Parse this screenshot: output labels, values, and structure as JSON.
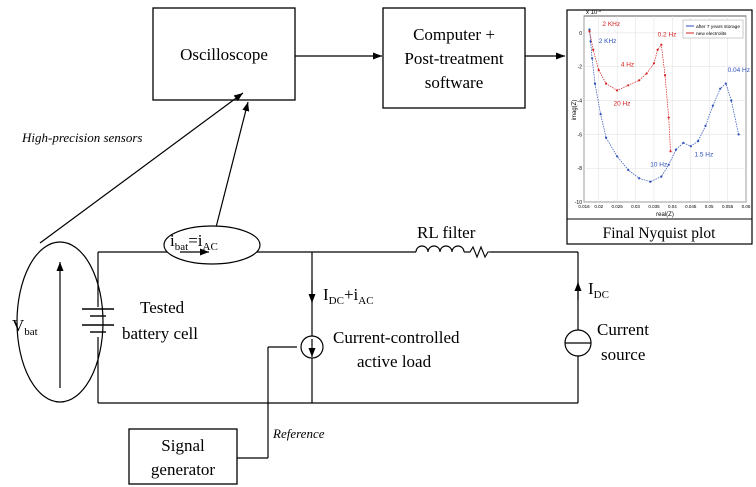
{
  "blocks": {
    "oscilloscope": "Oscilloscope",
    "computer_line1": "Computer +",
    "computer_line2": "Post-treatment",
    "computer_line3": "software",
    "nyquist_caption": "Final Nyquist plot",
    "signal_gen_line1": "Signal",
    "signal_gen_line2": "generator"
  },
  "annotations": {
    "sensors": "High-precision sensors",
    "reference": "Reference"
  },
  "circuit": {
    "vbat_main": "V",
    "vbat_sub": "bat",
    "ibat_main": "i",
    "ibat_sub": "bat",
    "ibat_eq": "=i",
    "iac_sub": "AC",
    "rl_filter": "RL filter",
    "idc_main": "I",
    "idc_sub": "DC",
    "idc_plus": "+i",
    "idc_ac_sub": "AC",
    "idc_right_main": "I",
    "idc_right_sub": "DC",
    "battery_line1": "Tested",
    "battery_line2": "battery cell",
    "load_line1": "Current-controlled",
    "load_line2": "active load",
    "source_line1": "Current",
    "source_line2": "source"
  },
  "chart_data": {
    "type": "scatter",
    "legend": [
      "after 7 years storage",
      "new electrolits"
    ],
    "legend_position": "top-right",
    "xlabel": "real(Z)",
    "ylabel": "imag(Z)",
    "y_multiplier": "x 10^-3",
    "xlim": [
      0.016,
      0.06
    ],
    "ylim": [
      -10,
      1
    ],
    "xticks": [
      "0.016",
      "0.02",
      "0.025",
      "0.03",
      "0.035",
      "0.04",
      "0.045",
      "0.05",
      "0.055",
      "0.06"
    ],
    "yticks": [
      "0",
      "-2",
      "-4",
      "-6",
      "-8",
      "-10"
    ],
    "series": [
      {
        "name": "after 7 years storage",
        "color": "#2b4fb8",
        "points": [
          [
            0.0175,
            0.2
          ],
          [
            0.0178,
            -0.5
          ],
          [
            0.0182,
            -1.5
          ],
          [
            0.019,
            -3.0
          ],
          [
            0.0205,
            -4.8
          ],
          [
            0.022,
            -6.2
          ],
          [
            0.025,
            -7.3
          ],
          [
            0.028,
            -8.1
          ],
          [
            0.031,
            -8.6
          ],
          [
            0.034,
            -8.8
          ],
          [
            0.037,
            -8.5
          ],
          [
            0.039,
            -7.8
          ],
          [
            0.041,
            -6.9
          ],
          [
            0.043,
            -6.5
          ],
          [
            0.045,
            -6.7
          ],
          [
            0.047,
            -6.4
          ],
          [
            0.049,
            -5.5
          ],
          [
            0.051,
            -4.3
          ],
          [
            0.053,
            -3.3
          ],
          [
            0.0545,
            -3.0
          ],
          [
            0.056,
            -4.0
          ],
          [
            0.058,
            -6.0
          ]
        ]
      },
      {
        "name": "new electrolits",
        "color": "#d62020",
        "points": [
          [
            0.0175,
            0.1
          ],
          [
            0.0185,
            -1.0
          ],
          [
            0.02,
            -2.2
          ],
          [
            0.022,
            -3.0
          ],
          [
            0.025,
            -3.4
          ],
          [
            0.028,
            -3.1
          ],
          [
            0.031,
            -2.8
          ],
          [
            0.033,
            -2.4
          ],
          [
            0.035,
            -1.8
          ],
          [
            0.036,
            -1.0
          ],
          [
            0.037,
            -0.7
          ],
          [
            0.038,
            -2.5
          ],
          [
            0.039,
            -5.0
          ],
          [
            0.0395,
            -7.0
          ]
        ]
      }
    ],
    "annotations_blue": [
      {
        "text": "2 KHz",
        "x": 0.02,
        "y": -0.6
      },
      {
        "text": "10 Hz",
        "x": 0.034,
        "y": -7.9
      },
      {
        "text": "1.5 Hz",
        "x": 0.046,
        "y": -7.3
      },
      {
        "text": "0.04 Hz",
        "x": 0.055,
        "y": -2.3
      }
    ],
    "annotations_red": [
      {
        "text": "2 KHz",
        "x": 0.021,
        "y": 0.4
      },
      {
        "text": "4 Hz",
        "x": 0.026,
        "y": -2.0
      },
      {
        "text": "20 Hz",
        "x": 0.024,
        "y": -4.3
      },
      {
        "text": "0.2 Hz",
        "x": 0.036,
        "y": -0.2
      }
    ]
  }
}
